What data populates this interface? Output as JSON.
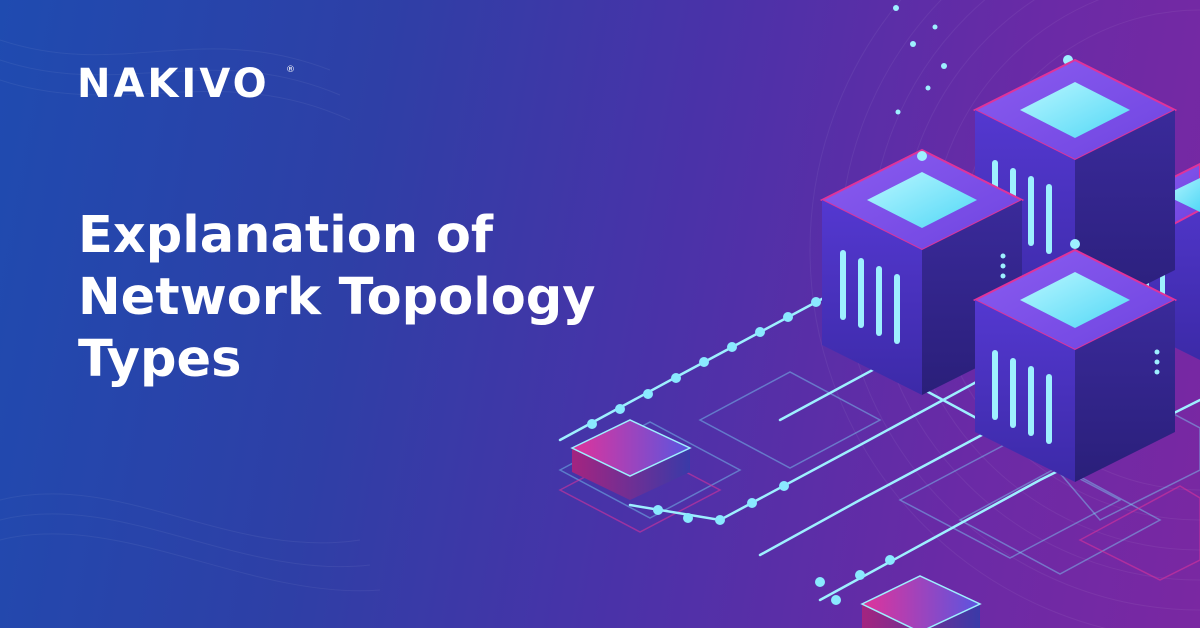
{
  "brand": {
    "name": "NAKIVO",
    "reg_mark": "®"
  },
  "headline": {
    "lines": [
      "Explanation of",
      "Network Topology",
      "Types"
    ]
  },
  "colors": {
    "bg_left": "#1f4bb0",
    "bg_right": "#7a28a2",
    "accent_cyan": "#7fe8ff",
    "accent_magenta": "#e0339a",
    "server_body": "#4a33c4"
  }
}
